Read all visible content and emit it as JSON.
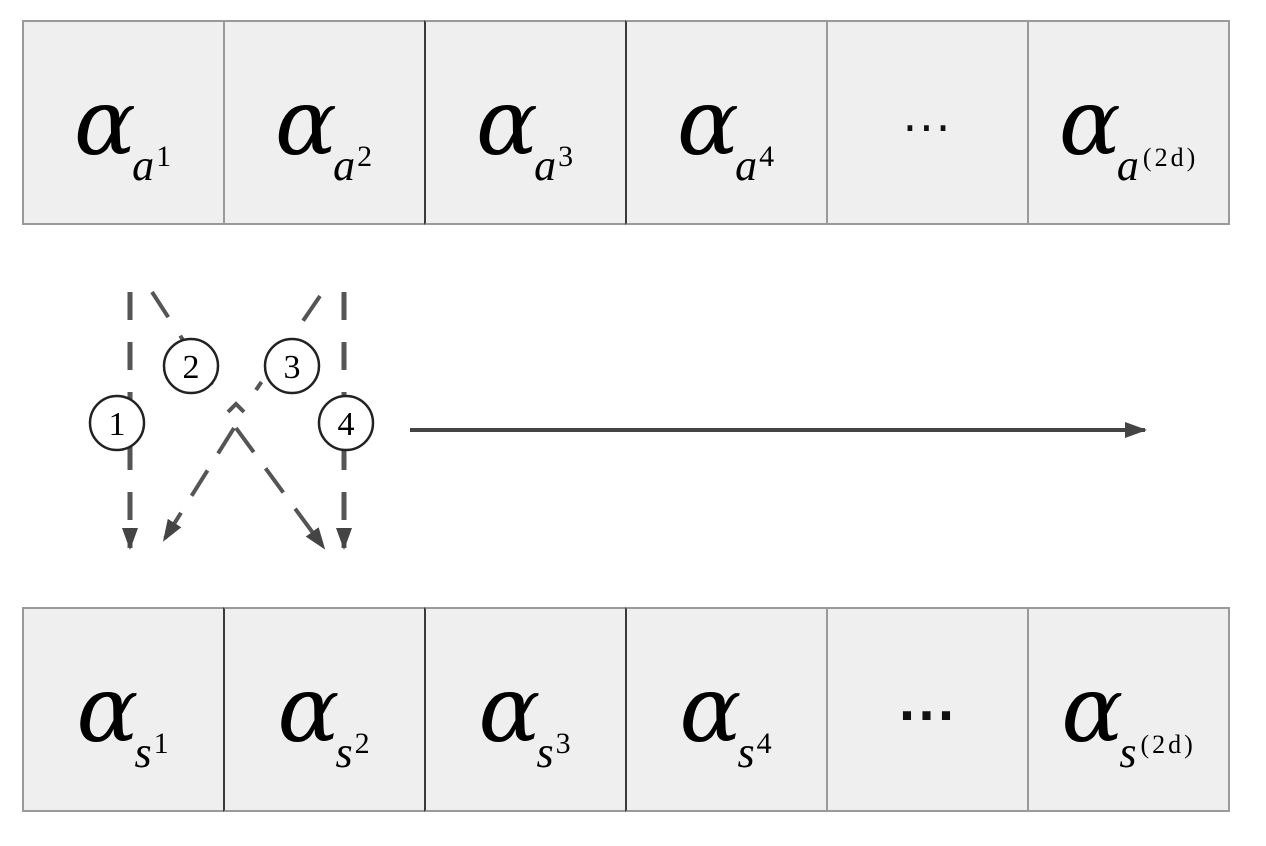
{
  "symbol": "α",
  "top_row": {
    "cells": [
      {
        "base": "a",
        "index": "1"
      },
      {
        "base": "a",
        "index": "2"
      },
      {
        "base": "a",
        "index": "3"
      },
      {
        "base": "a",
        "index": "4"
      },
      {
        "ellipsis": "..."
      },
      {
        "base": "a",
        "index": "(2d)"
      }
    ]
  },
  "bottom_row": {
    "cells": [
      {
        "base": "s",
        "index": "1"
      },
      {
        "base": "s",
        "index": "2"
      },
      {
        "base": "s",
        "index": "3"
      },
      {
        "base": "s",
        "index": "4"
      },
      {
        "ellipsis": "..."
      },
      {
        "base": "s",
        "index": "(2d)"
      }
    ]
  },
  "steps": [
    "1",
    "2",
    "3",
    "4"
  ]
}
